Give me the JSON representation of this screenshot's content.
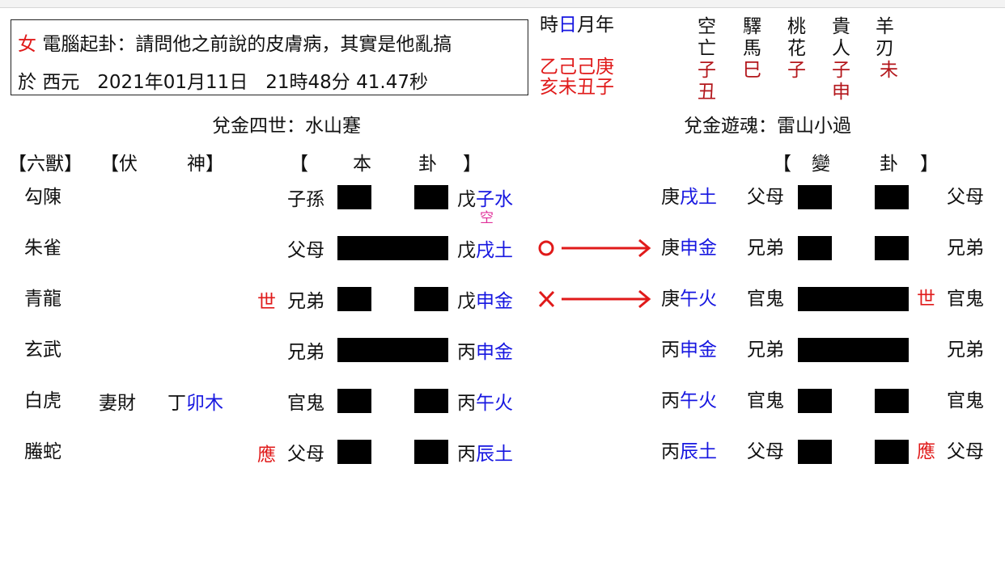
{
  "header": {
    "gender": "女",
    "question": "電腦起卦：請問他之前說的皮膚病，其實是他亂搞",
    "date_prefix": "於 西元",
    "date": "2021年01月11日",
    "time": "21時48分 41.47秒"
  },
  "pillars": {
    "labels": [
      "時",
      "日",
      "月",
      "年"
    ],
    "stems": "乙己己庚",
    "branches": "亥未丑子"
  },
  "shensha": [
    {
      "name_top": "空",
      "name_bottom": "亡",
      "values": [
        "子",
        "丑"
      ]
    },
    {
      "name_top": "驛",
      "name_bottom": "馬",
      "values": [
        "巳"
      ]
    },
    {
      "name_top": "桃",
      "name_bottom": "花",
      "values": [
        "子"
      ]
    },
    {
      "name_top": "貴",
      "name_bottom": "人",
      "values": [
        "子",
        "申"
      ]
    },
    {
      "name_top": "羊",
      "name_bottom": "刃",
      "values": [
        "未"
      ]
    }
  ],
  "original_hexagram": {
    "title": "兌金四世：水山蹇",
    "header": {
      "bracket_open": "【",
      "c1": "本",
      "c2": "卦",
      "bracket_close": "】"
    }
  },
  "changed_hexagram": {
    "title": "兌金遊魂：雷山小過",
    "header": {
      "bracket_open": "【",
      "c1": "變",
      "c2": "卦",
      "bracket_close": "】"
    }
  },
  "column_headers": {
    "six_beasts": "【六獸】",
    "hidden_open": "【伏",
    "hidden_close": "神】"
  },
  "lines": [
    {
      "beast": "勾陳",
      "hidden_relation": "",
      "hidden_stem": "",
      "hidden_branch": "",
      "marker": "",
      "relation": "子孫",
      "yin": true,
      "stem": "戊",
      "branch": "子水",
      "void": "空",
      "moving": "",
      "c_stem": "庚",
      "c_branch": "戌土",
      "c_relation": "父母",
      "c_yin": true,
      "c_marker": "",
      "c_relation_right": "父母"
    },
    {
      "beast": "朱雀",
      "hidden_relation": "",
      "hidden_stem": "",
      "hidden_branch": "",
      "marker": "",
      "relation": "父母",
      "yin": false,
      "stem": "戊",
      "branch": "戌土",
      "void": "",
      "moving": "O",
      "c_stem": "庚",
      "c_branch": "申金",
      "c_relation": "兄弟",
      "c_yin": true,
      "c_marker": "",
      "c_relation_right": "兄弟"
    },
    {
      "beast": "青龍",
      "hidden_relation": "",
      "hidden_stem": "",
      "hidden_branch": "",
      "marker": "世",
      "relation": "兄弟",
      "yin": true,
      "stem": "戊",
      "branch": "申金",
      "void": "",
      "moving": "X",
      "c_stem": "庚",
      "c_branch": "午火",
      "c_relation": "官鬼",
      "c_yin": false,
      "c_marker": "世",
      "c_relation_right": "官鬼"
    },
    {
      "beast": "玄武",
      "hidden_relation": "",
      "hidden_stem": "",
      "hidden_branch": "",
      "marker": "",
      "relation": "兄弟",
      "yin": false,
      "stem": "丙",
      "branch": "申金",
      "void": "",
      "moving": "",
      "c_stem": "丙",
      "c_branch": "申金",
      "c_relation": "兄弟",
      "c_yin": false,
      "c_marker": "",
      "c_relation_right": "兄弟"
    },
    {
      "beast": "白虎",
      "hidden_relation": "妻財",
      "hidden_stem": "丁",
      "hidden_branch": "卯木",
      "marker": "",
      "relation": "官鬼",
      "yin": true,
      "stem": "丙",
      "branch": "午火",
      "void": "",
      "moving": "",
      "c_stem": "丙",
      "c_branch": "午火",
      "c_relation": "官鬼",
      "c_yin": true,
      "c_marker": "",
      "c_relation_right": "官鬼"
    },
    {
      "beast": "螣蛇",
      "hidden_relation": "",
      "hidden_stem": "",
      "hidden_branch": "",
      "marker": "應",
      "relation": "父母",
      "yin": true,
      "stem": "丙",
      "branch": "辰土",
      "void": "",
      "moving": "",
      "c_stem": "丙",
      "c_branch": "辰土",
      "c_relation": "父母",
      "c_yin": true,
      "c_marker": "應",
      "c_relation_right": "父母"
    }
  ],
  "colors": {
    "red": "#e01a1a",
    "dark_red": "#b3161b",
    "blue": "#1616e0",
    "pink": "#e0309a",
    "bar": "#000000"
  }
}
